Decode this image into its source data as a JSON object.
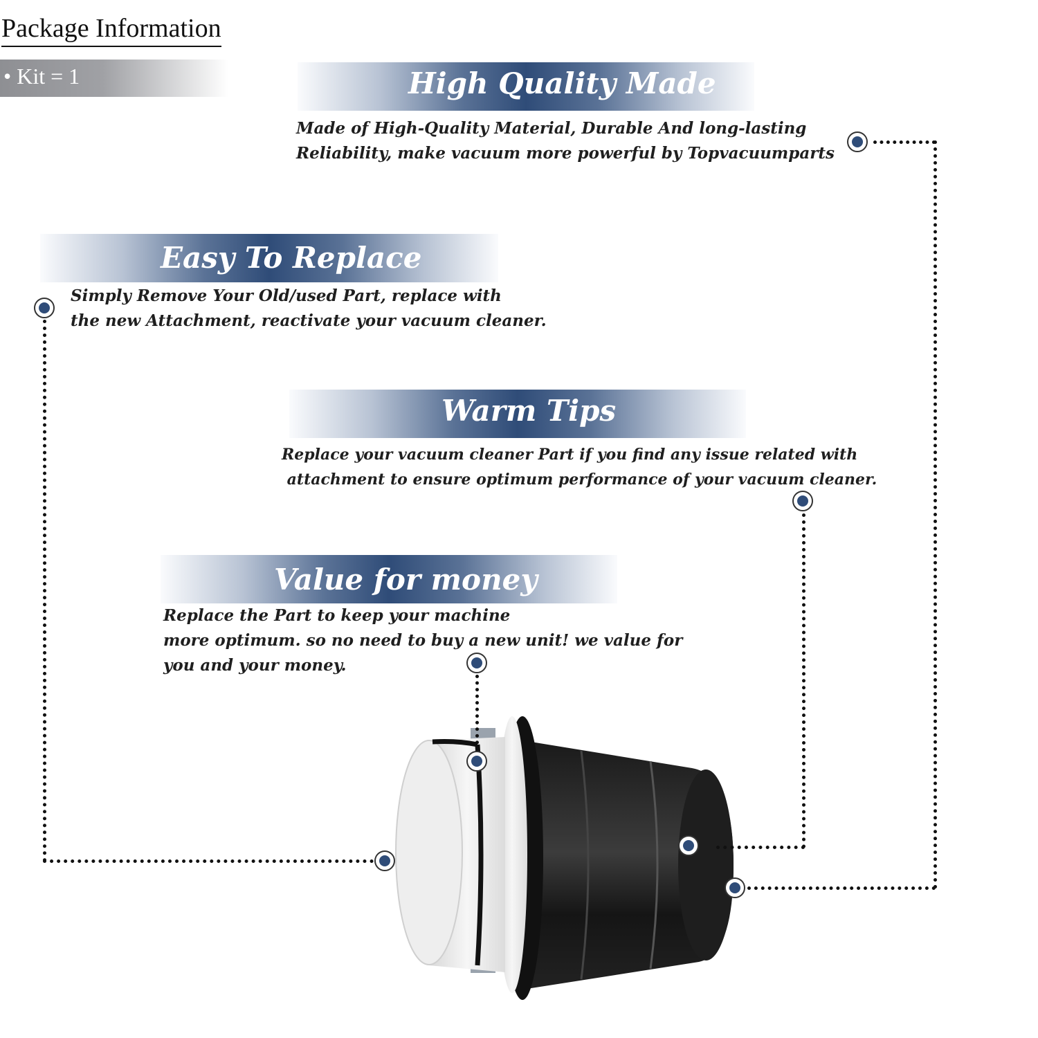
{
  "package": {
    "title": "Package Information",
    "kit": "• Kit = 1"
  },
  "sections": {
    "high_quality": {
      "title": "High Quality Made",
      "lines": [
        "Made of  High-Quality Material, Durable And long-lasting",
        "Reliability, make vacuum more powerful by Topvacuumparts"
      ]
    },
    "easy_replace": {
      "title": "Easy To Replace",
      "lines": [
        "Simply Remove Your Old/used Part, replace with",
        "the new Attachment, reactivate your vacuum cleaner."
      ]
    },
    "warm_tips": {
      "title": "Warm Tips",
      "lines": [
        "Replace your vacuum cleaner Part if you find any issue related with",
        " attachment to ensure optimum performance of your vacuum cleaner."
      ]
    },
    "value_money": {
      "title": "Value for money",
      "lines": [
        "Replace the Part to keep your machine",
        "more optimum. so no need to buy a new unit! we value for",
        "you and your money."
      ]
    }
  },
  "colors": {
    "accent_blue": "#2f4c78",
    "kit_band": "#8e8f93",
    "text": "#1f1f1f"
  },
  "product": {
    "icon": "vacuum-hose-connector-icon"
  }
}
